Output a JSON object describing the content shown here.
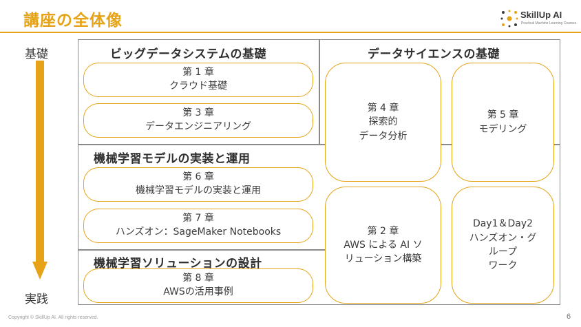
{
  "header": {
    "title": "講座の全体像",
    "logo_text": "SkillUp AI",
    "logo_sub": "Practical Machine Learning Courses"
  },
  "side": {
    "top_label": "基礎",
    "bottom_label": "実践"
  },
  "sections": {
    "bigdata": "ビッグデータシステムの基礎",
    "datascience": "データサイエンスの基礎",
    "ml_impl": "機械学習モデルの実装と運用",
    "ml_design": "機械学習ソリューションの設計"
  },
  "chapters": {
    "ch1": {
      "num": "第 1 章",
      "title": "クラウド基礎"
    },
    "ch3": {
      "num": "第 3 章",
      "title": "データエンジニアリング"
    },
    "ch6": {
      "num": "第 6 章",
      "title": "機械学習モデルの実装と運用"
    },
    "ch7": {
      "num": "第 7 章",
      "title": "ハンズオン：SageMaker Notebooks"
    },
    "ch8": {
      "num": "第 8 章",
      "title": "AWSの活用事例"
    },
    "ch4": {
      "num": "第 4 章",
      "line1": "探索的",
      "line2": "データ分析"
    },
    "ch5": {
      "num": "第 5 章",
      "title": "モデリング"
    },
    "ch2": {
      "num": "第 2 章",
      "line1": "AWS による AI ソ",
      "line2": "リューション構築"
    },
    "day": {
      "line1": "Day1＆Day2",
      "line2": "ハンズオン・グ",
      "line3": "ループ",
      "line4": "ワーク"
    }
  },
  "footer": {
    "copyright": "Copyright © SkillUp AI. All rights reserved.",
    "page": "6"
  },
  "colors": {
    "accent": "#E6A317",
    "frame": "#8a8a8a",
    "text": "#3a3a3a"
  }
}
